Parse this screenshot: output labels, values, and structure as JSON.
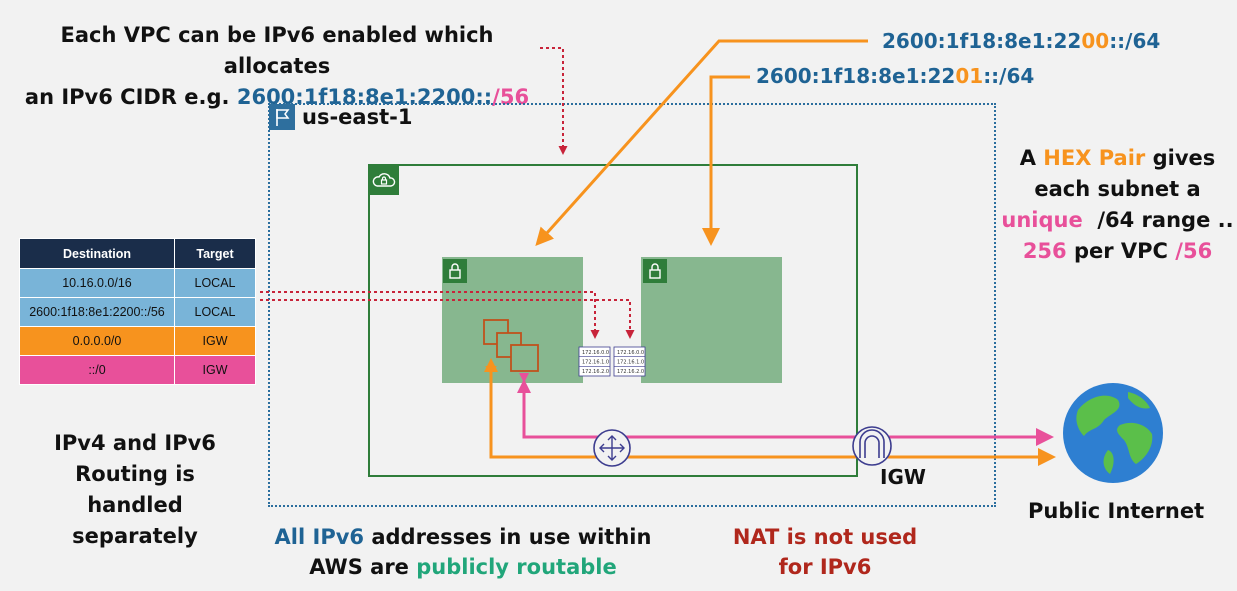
{
  "top_note": {
    "line1": "Each VPC can be IPv6 enabled which allocates",
    "line2_prefix": "an IPv6 CIDR e.g. ",
    "line2_cidr": "2600:1f18:8e1:2200::",
    "line2_mask": "/56"
  },
  "region": {
    "label": "us-east-1"
  },
  "subnet_cidrs": [
    {
      "prefix": "2600:1f18:8e1:22",
      "hex": "00",
      "suffix": "::/64"
    },
    {
      "prefix": "2600:1f18:8e1:22",
      "hex": "01",
      "suffix": "::/64"
    }
  ],
  "route_table": {
    "headers": [
      "Destination",
      "Target"
    ],
    "rows": [
      {
        "destination": "10.16.0.0/16",
        "target": "LOCAL"
      },
      {
        "destination": "2600:1f18:8e1:2200::/56",
        "target": "LOCAL"
      },
      {
        "destination": "0.0.0.0/0",
        "target": "IGW"
      },
      {
        "destination": "::/0",
        "target": "IGW"
      }
    ]
  },
  "routing_note": {
    "line1": "IPv4 and IPv6",
    "line2": "Routing is handled",
    "line3": "separately"
  },
  "hex_note": {
    "a": "A ",
    "hex_pair": "HEX Pair",
    "gives": " gives",
    "line2": "each subnet a",
    "unique": "unique",
    "range": "  /64 range ..",
    "count": "256",
    "per_vpc": " per VPC ",
    "mask": "/56"
  },
  "bottom_note": {
    "all": "All ",
    "ipv6": "IPv6",
    "rest": " addresses in use within",
    "aws": "AWS are ",
    "publicly": "publicly routable"
  },
  "nat_note": {
    "line1": "NAT is not used",
    "line2": "for IPv6"
  },
  "igw_label": "IGW",
  "internet_label": "Public Internet",
  "mini_route_tables": [
    [
      "172.16.0.0",
      "172.16.1.0",
      "172.16.2.0"
    ],
    [
      "172.16.0.0",
      "172.16.1.0",
      "172.16.2.0"
    ]
  ],
  "colors": {
    "blue": "#1f6394",
    "pink": "#e8509a",
    "orange": "#f7931e",
    "green": "#21a67a",
    "red": "#b0271c",
    "vpc_green": "#2f7d3a",
    "subnet_fill": "#87b78f"
  },
  "icons": [
    "flag-icon",
    "cloud-lock-icon",
    "lock-icon",
    "ec2-instance-icon",
    "router-icon",
    "internet-gateway-icon",
    "globe-icon"
  ]
}
